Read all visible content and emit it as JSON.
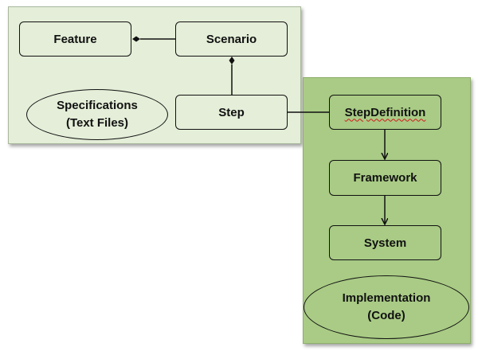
{
  "diagram": {
    "nodes": {
      "feature": "Feature",
      "scenario": "Scenario",
      "step": "Step",
      "step_definition": "StepDefinition",
      "framework": "Framework",
      "system": "System"
    },
    "ellipses": {
      "specifications_line1": "Specifications",
      "specifications_line2": "(Text Files)",
      "implementation_line1": "Implementation",
      "implementation_line2": "(Code)"
    }
  }
}
